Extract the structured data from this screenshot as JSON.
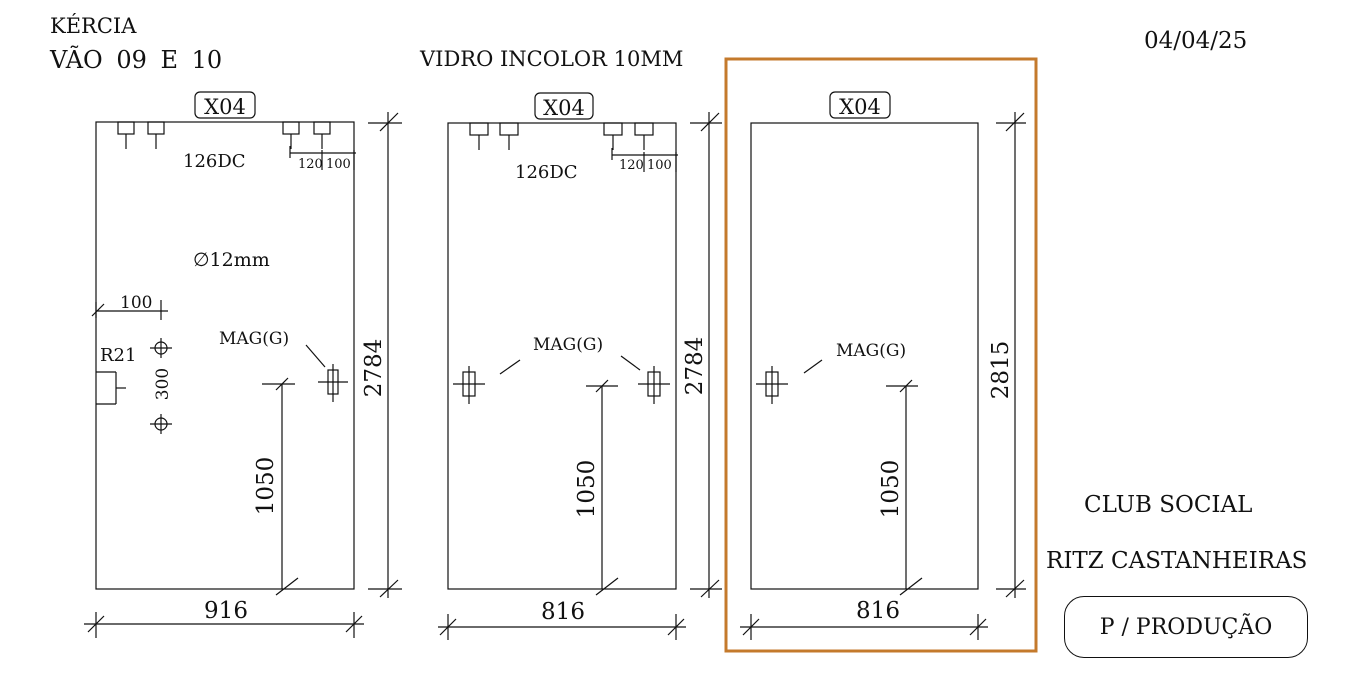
{
  "header": {
    "company": "KÉRCIA",
    "vao": "VÃO 09 E 10",
    "glass_spec": "VIDRO INCOLOR 10MM",
    "date": "04/04/25"
  },
  "client": {
    "line1": "CLUB SOCIAL",
    "line2": "RITZ CASTANHEIRAS"
  },
  "stamp": "P / PRODUÇÃO",
  "colors": {
    "line": "#111111",
    "highlight": "#c47a2c"
  },
  "panels": [
    {
      "code": "X04",
      "width": "916",
      "height": "2784",
      "hinge_label": "126DC",
      "hinge_spacing": [
        "120",
        "100"
      ],
      "hole_diameter": "∅12mm",
      "hole_offset": "100",
      "hole_spacing": "300",
      "radius": "R21",
      "lock_label": "MAG(G)",
      "lock_height": "1050",
      "highlighted": false
    },
    {
      "code": "X04",
      "width": "816",
      "height": "2784",
      "hinge_label": "126DC",
      "hinge_spacing": [
        "120",
        "100"
      ],
      "lock_label": "MAG(G)",
      "lock_height": "1050",
      "highlighted": false
    },
    {
      "code": "X04",
      "width": "816",
      "height": "2815",
      "lock_label": "MAG(G)",
      "lock_height": "1050",
      "highlighted": true
    }
  ]
}
